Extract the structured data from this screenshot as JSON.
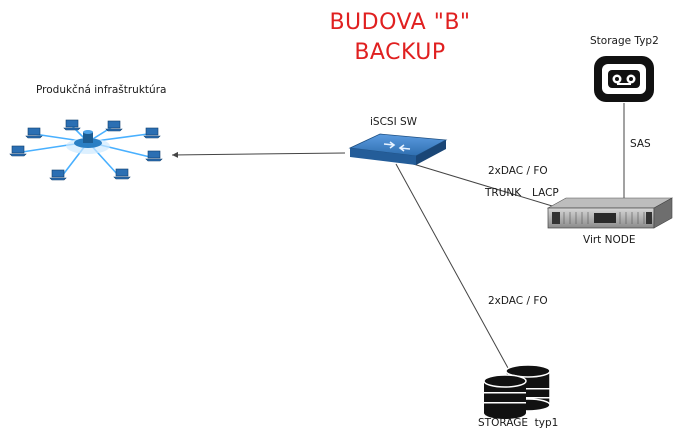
{
  "title": {
    "line1": "BUDOVA \"B\"",
    "line2": "BACKUP"
  },
  "nodes": {
    "production": "Produkčná infraštruktúra",
    "iscsi_switch": "iSCSI SW",
    "storage_typ2": "Storage Typ2",
    "virt_node": "Virt NODE",
    "storage_typ1": "STORAGE  typ1"
  },
  "links": {
    "switch_to_node": "2xDAC / FO",
    "trunk": "TRUNK",
    "lacp": "LACP",
    "sas": "SAS",
    "switch_to_storage1": "2xDAC / FO"
  },
  "colors": {
    "title": "#e02020",
    "switch": "#2f6fb0",
    "network_hub": "#2a7fc4",
    "laptop": "#2b6fb3",
    "storage": "#111111"
  }
}
